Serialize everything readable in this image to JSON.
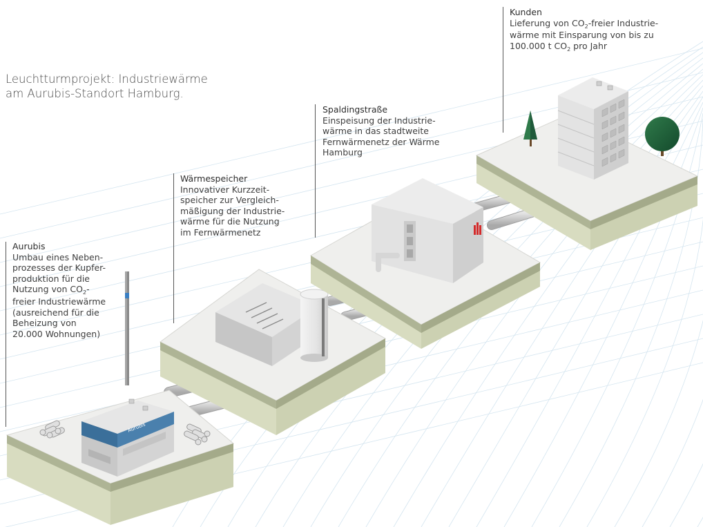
{
  "heading": {
    "line1": "Leuchtturmprojekt: Industriewärme",
    "line2": "am Aurubis-Standort Hamburg."
  },
  "stations": [
    {
      "label": "Aurubis",
      "lines": [
        "Umbau eines Neben-",
        "prozesses der Kupfer-",
        "produktion für die",
        "Nutzung von CO",
        "freier Industriewärme",
        "(ausreichend für die",
        "Beheizung von",
        "20.000 Wohnungen)"
      ],
      "sub": "2",
      "sub_suffix": "-"
    },
    {
      "label": "Wärmespeicher",
      "lines": [
        "Innovativer Kurzzeit-",
        "speicher zur Vergleich-",
        "mäßigung der Industrie-",
        "wärme für die Nutzung",
        "im Fernwärmenetz"
      ]
    },
    {
      "label": "Spaldingstraße",
      "lines": [
        "Einspeisung der Industrie-",
        "wärme in das stadtweite",
        "Fernwärmenetz der Wärme",
        "Hamburg"
      ]
    },
    {
      "label": "Kunden",
      "line1_pre": "Lieferung von CO",
      "line1_post": "-freier Industrie-",
      "line2": "wärme mit Einsparung von bis zu",
      "line3_pre": "100.000 t CO",
      "line3_post": " pro Jahr",
      "sub": "2"
    }
  ],
  "building_sign": "Aurubis",
  "colors": {
    "platform_top": "#efefed",
    "soil": "#d8dcc0",
    "grass": "#aeb495",
    "grid_lines": "#cfe2ee",
    "callout": "#555555",
    "brand_blue": "#3b6f9a",
    "brand_red": "#d42a2a",
    "tree_dark": "#1f5a3a",
    "tree_light": "#2f7a4a"
  }
}
